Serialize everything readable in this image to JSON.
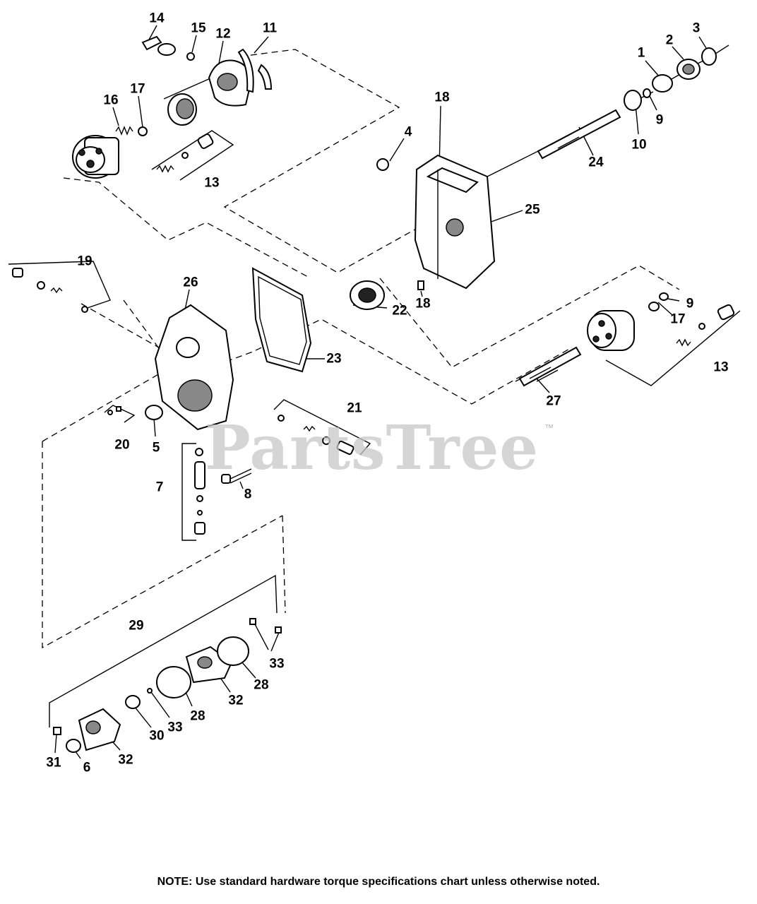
{
  "watermark": {
    "text": "PartsTree",
    "trademark": "™"
  },
  "note": "NOTE: Use standard hardware torque specifications chart unless otherwise noted.",
  "callouts": {
    "c1": "1",
    "c2": "2",
    "c3": "3",
    "c4": "4",
    "c5": "5",
    "c6": "6",
    "c7": "7",
    "c8": "8",
    "c9a": "9",
    "c9b": "9",
    "c10": "10",
    "c11": "11",
    "c12": "12",
    "c13a": "13",
    "c13b": "13",
    "c14": "14",
    "c15": "15",
    "c16": "16",
    "c17a": "17",
    "c17b": "17",
    "c18a": "18",
    "c18b": "18",
    "c19": "19",
    "c20": "20",
    "c21": "21",
    "c22": "22",
    "c23": "23",
    "c24": "24",
    "c25": "25",
    "c26": "26",
    "c27": "27",
    "c28a": "28",
    "c28b": "28",
    "c29": "29",
    "c30": "30",
    "c31": "31",
    "c32a": "32",
    "c32b": "32",
    "c33a": "33",
    "c33b": "33"
  }
}
